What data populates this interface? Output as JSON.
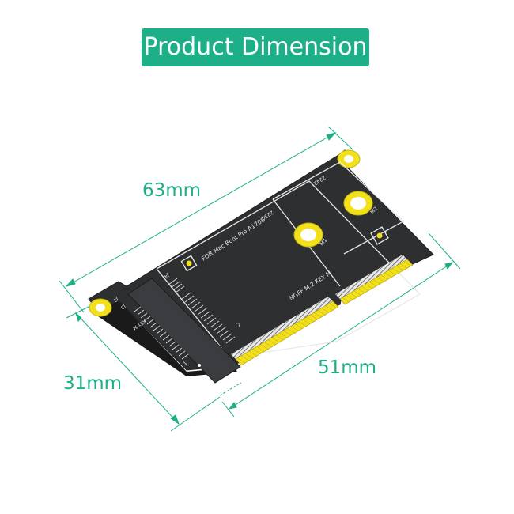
{
  "title": "Product Dimension",
  "colors": {
    "accent": "#1daf87",
    "board": "#2e2f31",
    "gold": "#f2e01a",
    "silk": "#ffffff"
  },
  "dimensions": {
    "length": "63mm",
    "width": "31mm",
    "connector_length": "51mm"
  },
  "silkscreen": {
    "compat": "FOR Mac Boot Pro A1708",
    "ngff": "NGFF M.2 KEY M",
    "size_2230": "2230",
    "size_2242": "2242",
    "m1": "M1",
    "m2": "M2",
    "j2": "J2",
    "j3": "J3",
    "j4": "J4",
    "key_m": "KEY M",
    "pin1": "1",
    "pin2": "2"
  }
}
